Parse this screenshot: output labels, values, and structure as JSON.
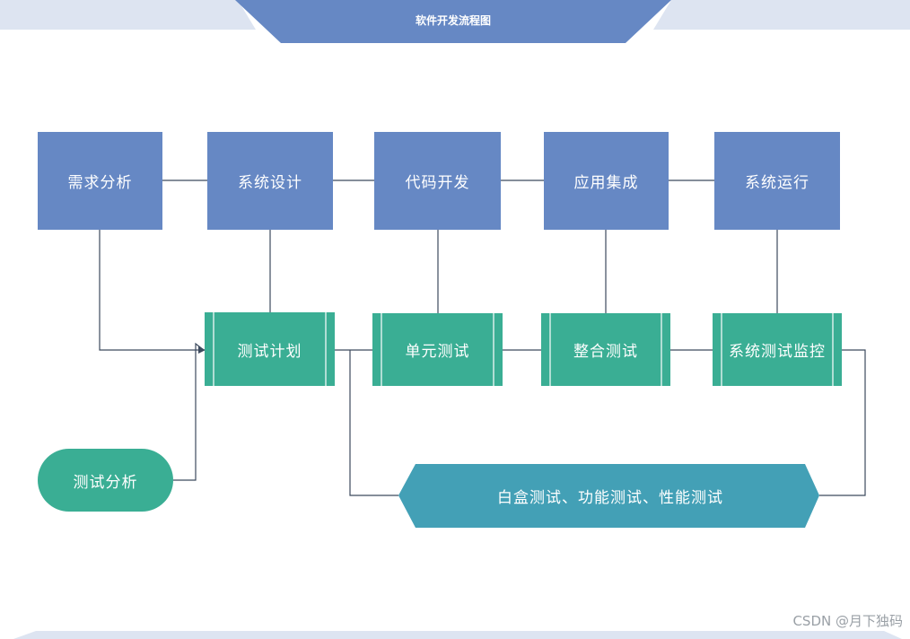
{
  "title": "软件开发流程图",
  "top_row": [
    "需求分析",
    "系统设计",
    "代码开发",
    "应用集成",
    "系统运行"
  ],
  "test_row": [
    "测试计划",
    "单元测试",
    "整合测试",
    "系统测试监控"
  ],
  "start_node": "测试分析",
  "test_types": "白盒测试、功能测试、性能测试",
  "watermark": "CSDN @月下独码",
  "colors": {
    "blue_box": "#6688c4",
    "green_box": "#3aae94",
    "teal_hex": "#43a0b6",
    "band": "#dde4f1",
    "line": "#3c4a5e"
  }
}
